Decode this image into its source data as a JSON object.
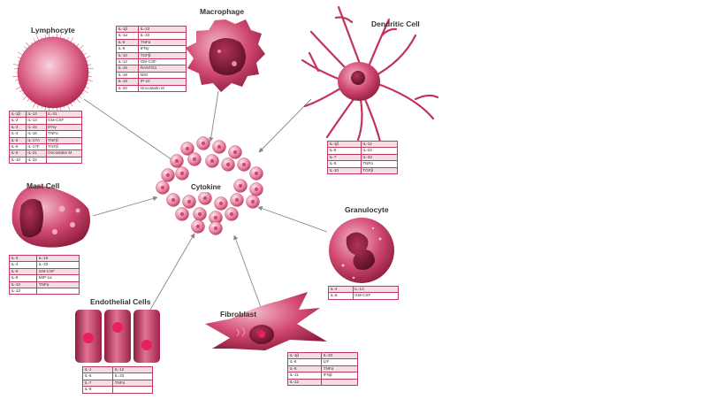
{
  "center": {
    "label": "Cytokine"
  },
  "cells": {
    "macrophage": {
      "title": "Macrophage",
      "rows": [
        [
          "IL-1β",
          "IL-23"
        ],
        [
          "IL-1α",
          "IL-33"
        ],
        [
          "IL-6",
          "TNFα"
        ],
        [
          "IL-8",
          "IFNγ"
        ],
        [
          "IL-10",
          "TGFβ"
        ],
        [
          "IL-12",
          "GM-CSF"
        ],
        [
          "IL-15",
          "RANTES"
        ],
        [
          "IL-18",
          "MIG"
        ],
        [
          "IL-19",
          "IP-10"
        ],
        [
          "IL-20",
          "Oncostatin M"
        ]
      ]
    },
    "lymphocyte": {
      "title": "Lymphocyte",
      "rows": [
        [
          "IL-1β",
          "IL-12",
          "IL-31"
        ],
        [
          "IL-2",
          "IL-13",
          "GM-CSF"
        ],
        [
          "IL-3",
          "IL-15",
          "IFNγ"
        ],
        [
          "IL-4",
          "IL-16",
          "TNFα"
        ],
        [
          "IL-5",
          "IL-17A",
          "TNFβ"
        ],
        [
          "IL-6",
          "IL-17F",
          "TGFβ"
        ],
        [
          "IL-9",
          "IL-21",
          "Oncostatin M"
        ],
        [
          "IL-10",
          "IL-22",
          ""
        ]
      ]
    },
    "dendritic": {
      "title": "Dendritic Cell",
      "rows": [
        [
          "IL-1β",
          "IL-12"
        ],
        [
          "IL-6",
          "IL-23"
        ],
        [
          "IL-7",
          "IL-33"
        ],
        [
          "IL-8",
          "TNFα"
        ],
        [
          "IL-10",
          "TGFβ"
        ]
      ]
    },
    "mast": {
      "title": "Mast Cell",
      "rows": [
        [
          "IL-3",
          "IL-16"
        ],
        [
          "IL-4",
          "IL-33"
        ],
        [
          "IL-6",
          "GM-CSF"
        ],
        [
          "IL-8",
          "MIP-1α"
        ],
        [
          "IL-10",
          "TNFα"
        ],
        [
          "IL-13",
          ""
        ]
      ]
    },
    "granulocyte": {
      "title": "Granulocyte",
      "rows": [
        [
          "IL-4",
          "IL-13"
        ],
        [
          "IL-8",
          "GM-CSF"
        ]
      ]
    },
    "endothelial": {
      "title": "Endothelial Cells",
      "rows": [
        [
          "IL-1",
          "IL-12"
        ],
        [
          "IL-6",
          "IL-33"
        ],
        [
          "IL-7",
          "TNFα"
        ],
        [
          "IL-8",
          ""
        ]
      ]
    },
    "fibroblast": {
      "title": "Fibroblast",
      "rows": [
        [
          "IL-1β",
          "IL-33"
        ],
        [
          "IL-6",
          "LIF"
        ],
        [
          "IL-8",
          "TNFα"
        ],
        [
          "IL-11",
          "IFNβ"
        ],
        [
          "IL-12",
          ""
        ]
      ]
    }
  },
  "colors": {
    "primary": "#c2335a",
    "dark": "#8e1d3d",
    "light": "#f6dde4",
    "arrow": "#888888"
  }
}
